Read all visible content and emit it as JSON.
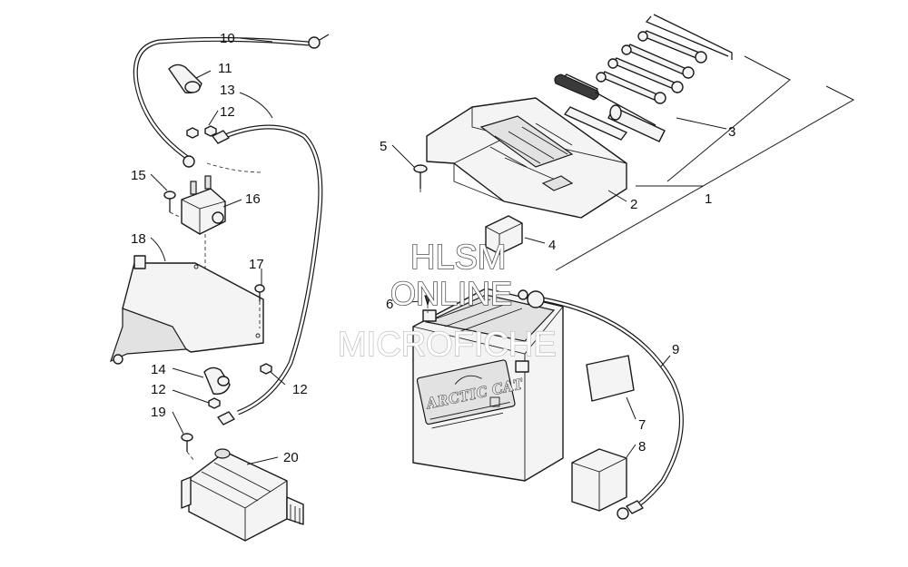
{
  "callouts": {
    "c1": "1",
    "c2": "2",
    "c3": "3",
    "c4": "4",
    "c5": "5",
    "c6": "6",
    "c7": "7",
    "c8": "8",
    "c9": "9",
    "c10": "10",
    "c11": "11",
    "c12a": "12",
    "c12b": "12",
    "c12c": "12",
    "c13": "13",
    "c14": "14",
    "c15": "15",
    "c16": "16",
    "c17": "17",
    "c18": "18",
    "c19": "19",
    "c20": "20"
  },
  "battery_label": "ARCTIC CAT",
  "watermark": {
    "line1": "HLSM",
    "line2": "ONLINE",
    "line3": "MICROFICHE"
  }
}
